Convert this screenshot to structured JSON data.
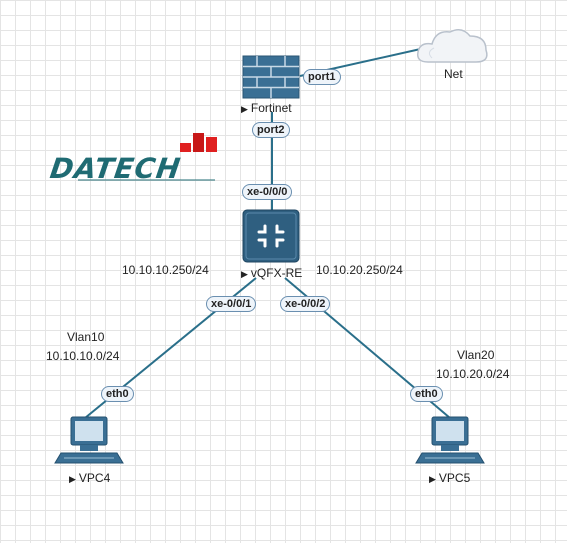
{
  "nodes": {
    "net": {
      "label": "Net"
    },
    "fortinet": {
      "label": "Fortinet"
    },
    "vqfx": {
      "label": "vQFX-RE"
    },
    "vpc4": {
      "label": "VPC4"
    },
    "vpc5": {
      "label": "VPC5"
    }
  },
  "ports": {
    "fortinet_port1": "port1",
    "fortinet_port2": "port2",
    "vqfx_xe000": "xe-0/0/0",
    "vqfx_xe001": "xe-0/0/1",
    "vqfx_xe002": "xe-0/0/2",
    "vpc4_eth0": "eth0",
    "vpc5_eth0": "eth0"
  },
  "annotations": {
    "ip_left": "10.10.10.250/24",
    "ip_right": "10.10.20.250/24",
    "vlan10_name": "Vlan10",
    "vlan10_net": "10.10.10.0/24",
    "vlan20_name": "Vlan20",
    "vlan20_net": "10.10.20.0/24"
  },
  "logo": {
    "text": "DATECH",
    "color": "#1f6b73",
    "accent": "#e02020"
  },
  "colors": {
    "link": "#2a6f8a",
    "device": "#2f5f80"
  }
}
